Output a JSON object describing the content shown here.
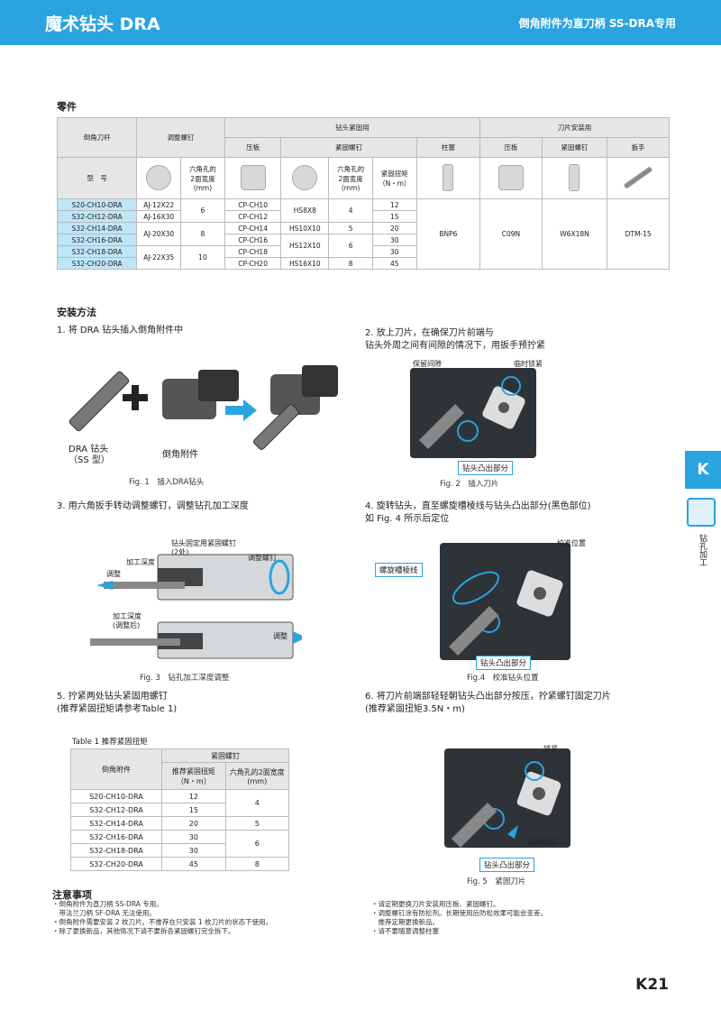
{
  "header": {
    "title": "魔术钻头 DRA",
    "subtitle": "倒角附件为直刀柄 SS-DRA专用"
  },
  "parts": {
    "section_title": "零件",
    "group_headers": {
      "holder": "倒角刀杆",
      "adjust_screw": "调整螺钉",
      "drill_clamp": "钻头紧固用",
      "insert_mount": "刀片安装用"
    },
    "sub_headers": {
      "clamp_plate": "压板",
      "clamp_screw": "紧固螺钉",
      "plug": "柱塞",
      "insert_plate": "压板",
      "insert_screw": "紧固螺钉",
      "wrench": "扳手"
    },
    "detail_headers": {
      "model": "型　号",
      "hex_width": "六角孔的\n2面宽度\n(mm)",
      "hex_width2": "六角孔的\n2面宽度\n(mm)",
      "torque": "紧固扭矩\n（N・m）"
    },
    "rows": [
      {
        "model": "S20-CH10-DRA",
        "screw": "AJ-12X22",
        "hex": "6",
        "plate": "CP-CH10",
        "cscrew": "HS8X8",
        "chex": "4",
        "torque": "12"
      },
      {
        "model": "S32-CH12-DRA",
        "screw": "AJ-16X30",
        "hex": "",
        "plate": "CP-CH12",
        "cscrew": "",
        "chex": "",
        "torque": "15"
      },
      {
        "model": "S32-CH14-DRA",
        "screw": "AJ-20X30",
        "hex": "8",
        "plate": "CP-CH14",
        "cscrew": "HS10X10",
        "chex": "5",
        "torque": "20"
      },
      {
        "model": "S32-CH16-DRA",
        "screw": "",
        "hex": "",
        "plate": "CP-CH16",
        "cscrew": "HS12X10",
        "chex": "6",
        "torque": "30"
      },
      {
        "model": "S32-CH18-DRA",
        "screw": "AJ-22X35",
        "hex": "10",
        "plate": "CP-CH18",
        "cscrew": "",
        "chex": "",
        "torque": "30"
      },
      {
        "model": "S32-CH20-DRA",
        "screw": "",
        "hex": "",
        "plate": "CP-CH20",
        "cscrew": "HS16X10",
        "chex": "8",
        "torque": "45"
      }
    ],
    "shared": {
      "plug": "BNP6",
      "insert_plate": "C09N",
      "insert_screw": "W6X18N",
      "wrench": "DTM-15"
    }
  },
  "install": {
    "section_title": "安装方法",
    "step1": "1. 将 DRA 钻头插入倒角附件中",
    "step2": "2. 放上刀片，在确保刀片前端与\n钻头外周之间有间隙的情况下，用扳手预拧紧",
    "step3": "3. 用六角扳手转动调整螺钉，调整钻孔加工深度",
    "step4": "4. 旋转钻头，直至螺旋槽棱线与钻头凸出部分(黑色部位)\n如 Fig. 4 所示后定位",
    "step5": "5. 拧紧两处钻头紧固用螺钉\n(推荐紧固扭矩请参考Table 1)",
    "step6": "6. 将刀片前端部轻轻朝钻头凸出部分按压，拧紧螺钉固定刀片\n(推荐紧固扭矩3.5N・m)",
    "fig1": {
      "caption": "Fig. 1　插入DRA钻头",
      "drill_label": "DRA 钻头\n（SS 型）",
      "attach_label": "倒角附件"
    },
    "fig2": {
      "caption": "Fig. 2　插入刀片",
      "gap": "保留间隙",
      "temp_lock": "临时锁紧",
      "protrusion": "钻头凸出部分"
    },
    "fig3": {
      "caption": "Fig. 3　钻孔加工深度调整",
      "screw_label": "钻头固定用紧固螺钉\n(2处)",
      "adjust_screw": "调整螺钉",
      "depth": "加工深度",
      "adjust": "调整",
      "depth_after": "加工深度\n(调整后)",
      "adjust2": "调整"
    },
    "fig4": {
      "caption": "Fig.4　校准钻头位置",
      "calib": "校准位置",
      "flute": "螺旋槽棱线",
      "protrusion": "钻头凸出部分"
    },
    "fig5": {
      "caption": "Fig. 5　紧固刀片",
      "lock": "锁紧",
      "press": "轻轻按压",
      "protrusion": "钻头凸出部分"
    }
  },
  "table1": {
    "caption": "Table 1  推荐紧固扭矩",
    "h_holder": "倒角附件",
    "h_screw": "紧固螺钉",
    "h_torque": "推荐紧固扭矩\n（N・m）",
    "h_hex": "六角孔的2面宽度\n(mm)",
    "rows": [
      {
        "model": "S20-CH10-DRA",
        "torque": "12"
      },
      {
        "model": "S32-CH12-DRA",
        "torque": "15"
      },
      {
        "model": "S32-CH14-DRA",
        "torque": "20"
      },
      {
        "model": "S32-CH16-DRA",
        "torque": "30"
      },
      {
        "model": "S32-CH18-DRA",
        "torque": "30"
      },
      {
        "model": "S32-CH20-DRA",
        "torque": "45"
      }
    ],
    "hex_groups": [
      "4",
      "5",
      "6",
      "8"
    ]
  },
  "notes": {
    "title": "注意事项",
    "left": "・倒角附件为直刀柄 SS-DRA 专用。\n　带法兰刀柄 SF-DRA 无法使用。\n・倒角附件需要安装 2 枚刀片。不推荐在只安装 1 枚刀片的状态下使用。\n・除了更换新品，其他情况下请不要拆各紧固螺钉完全拆下。",
    "right": "・请定期更换刀片安装用压板、紧固螺钉。\n・调整螺钉涂有防松剂。长期使用后防松效果可能会变差。\n　推荐定期更换新品。\n・请不要随意调整柱塞"
  },
  "side": {
    "tab": "K",
    "label": "钻孔加工"
  },
  "page_number": "K21",
  "colors": {
    "accent": "#2ba3e0",
    "highlight": "#bfe5f8"
  }
}
